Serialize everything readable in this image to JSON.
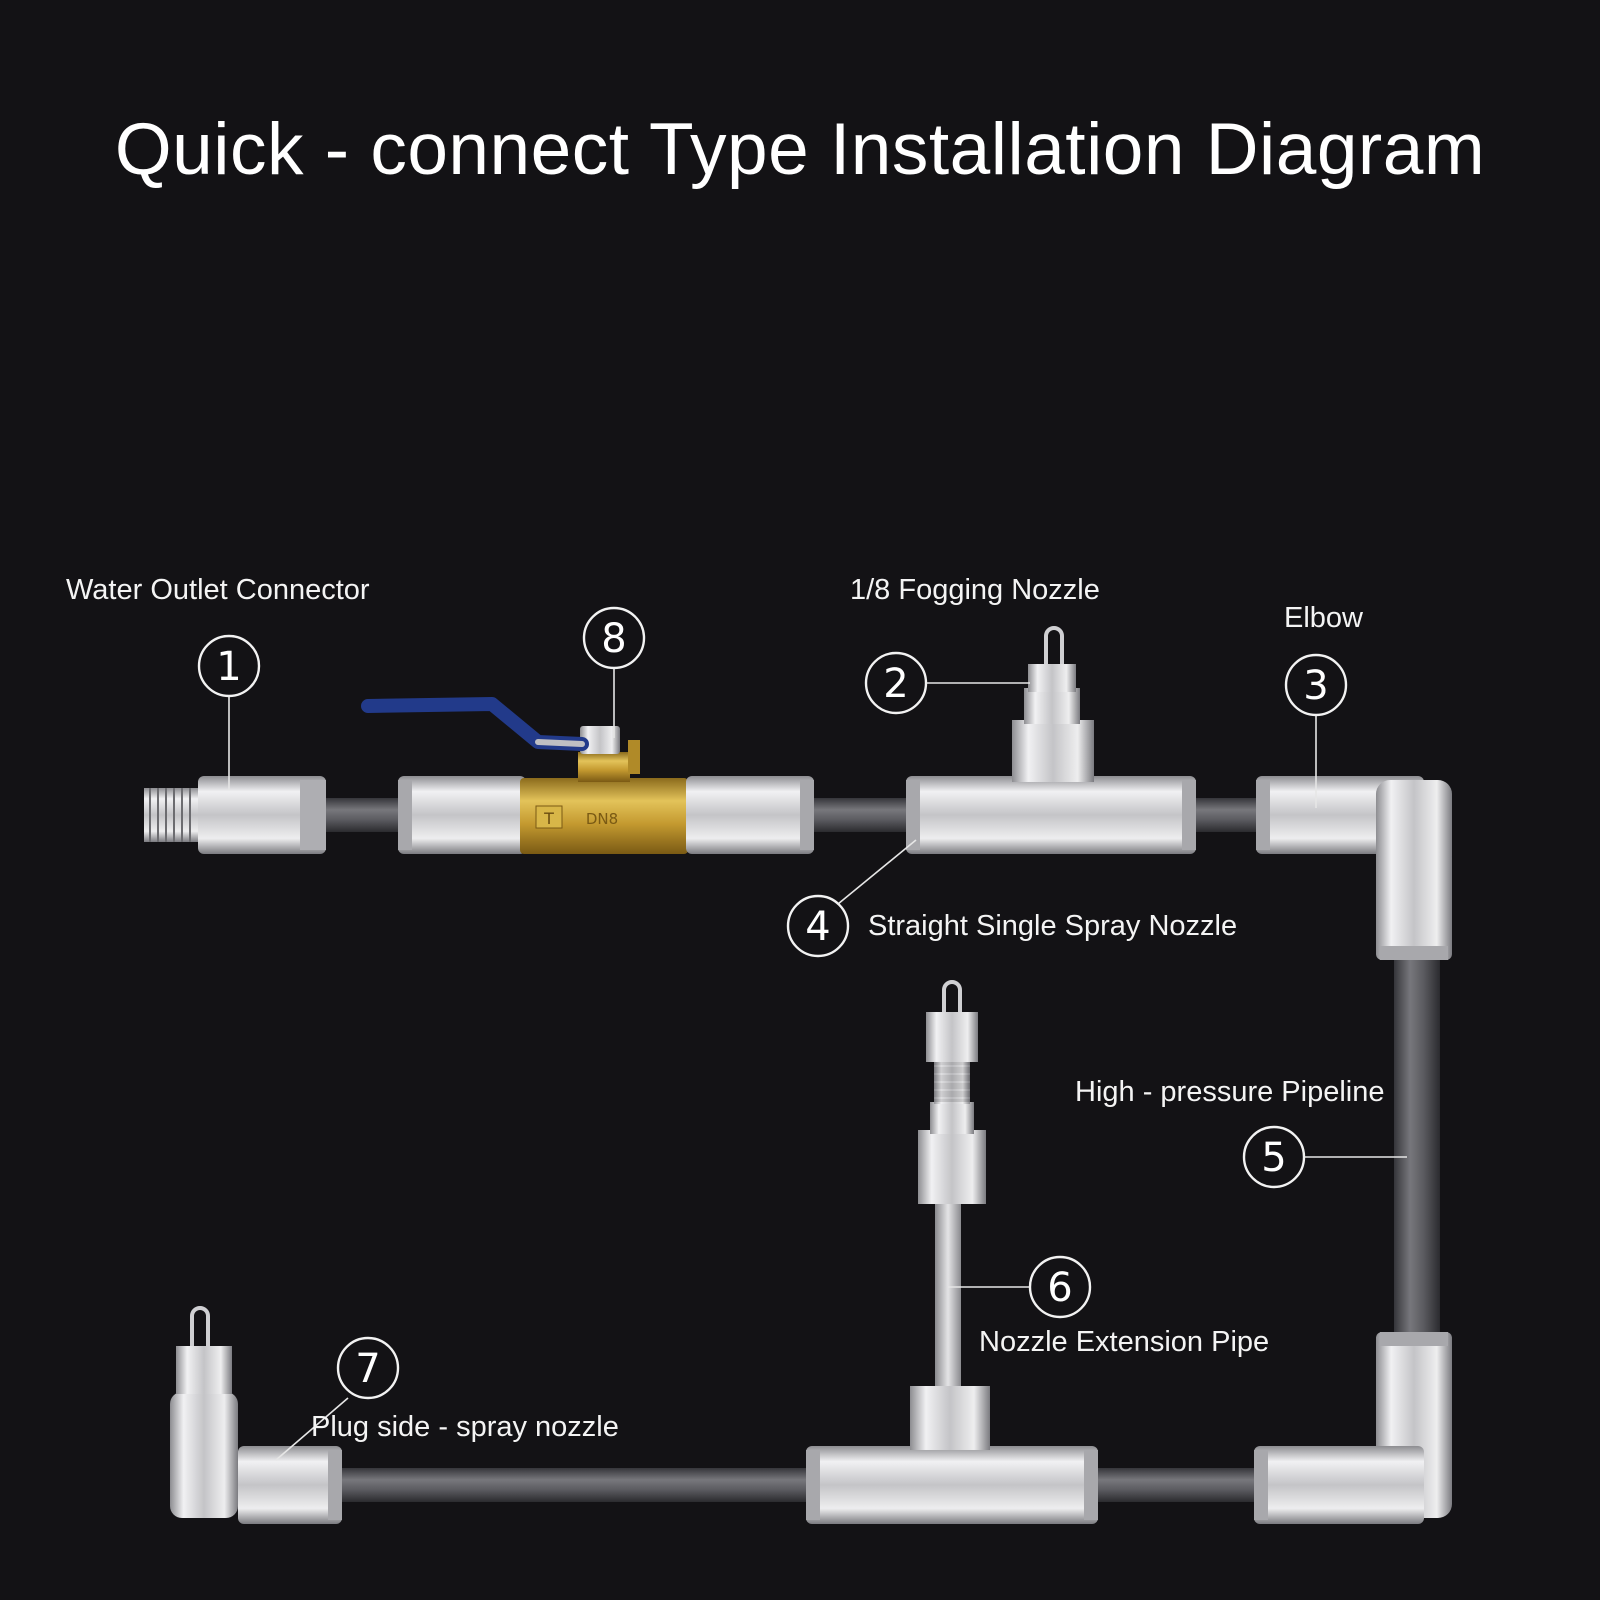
{
  "title": "Quick - connect Type Installation Diagram",
  "valve_markings": {
    "left": "T",
    "right": "DN8"
  },
  "parts": [
    {
      "number": "1",
      "label": "Water Outlet Connector"
    },
    {
      "number": "2",
      "label": "1/8 Fogging Nozzle"
    },
    {
      "number": "3",
      "label": "Elbow"
    },
    {
      "number": "4",
      "label": "Straight Single Spray Nozzle"
    },
    {
      "number": "5",
      "label": "High - pressure Pipeline"
    },
    {
      "number": "6",
      "label": "Nozzle Extension Pipe"
    },
    {
      "number": "7",
      "label": "Plug side - spray nozzle"
    },
    {
      "number": "8",
      "label": ""
    }
  ],
  "colors": {
    "background": "#131215",
    "pipe": "#5b5b5f",
    "fitting": "#d2d2d4",
    "brass": "#c9a23a",
    "valve_handle": "#243c8c"
  }
}
